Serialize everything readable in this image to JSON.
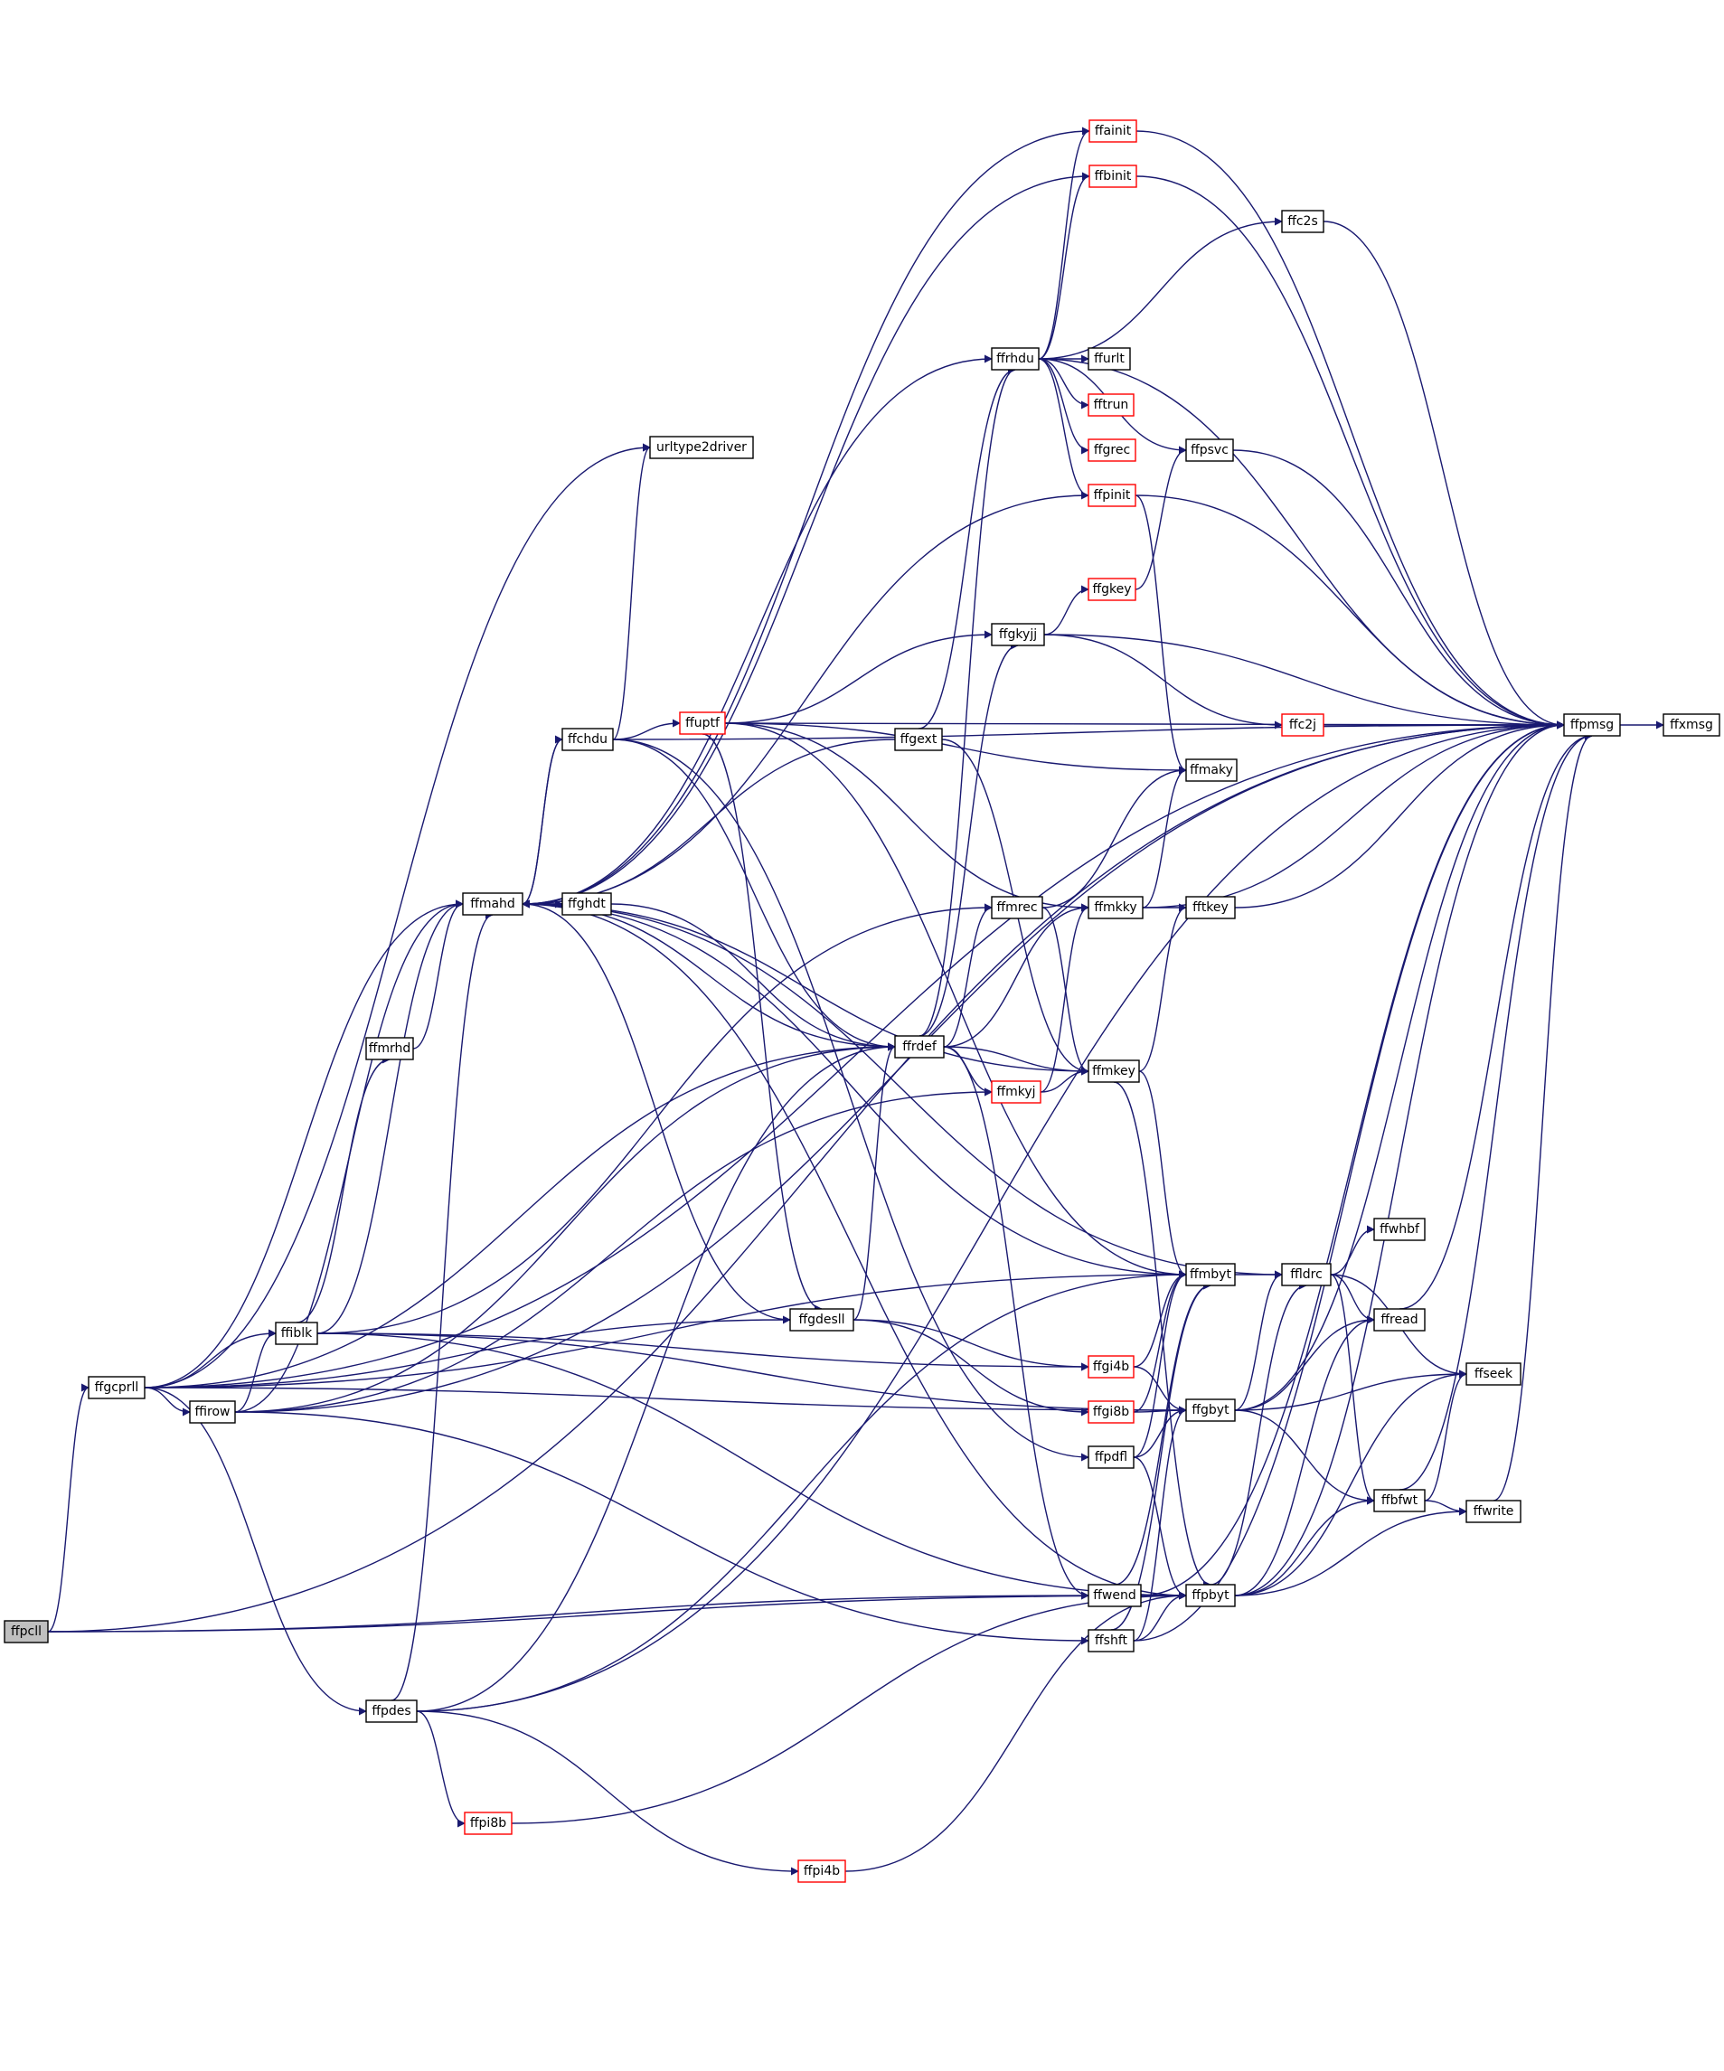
{
  "colors": {
    "edge": "#191970",
    "node_border": "#000000",
    "node_border_truncated": "#ff0000",
    "node_fill": "#ffffff",
    "root_fill": "#bfbfbf",
    "text": "#000000"
  },
  "nodes": [
    {
      "id": "ffpcll",
      "label": "ffpcll",
      "root": true,
      "truncated": false
    },
    {
      "id": "ffgcprll",
      "label": "ffgcprll",
      "truncated": false
    },
    {
      "id": "ffiblk",
      "label": "ffiblk",
      "truncated": false
    },
    {
      "id": "ffirow",
      "label": "ffirow",
      "truncated": false
    },
    {
      "id": "ffmrhd",
      "label": "ffmrhd",
      "truncated": false
    },
    {
      "id": "ffmahd",
      "label": "ffmahd",
      "truncated": false
    },
    {
      "id": "ffghdt",
      "label": "ffghdt",
      "truncated": false
    },
    {
      "id": "ffchdu",
      "label": "ffchdu",
      "truncated": false
    },
    {
      "id": "ffpdes",
      "label": "ffpdes",
      "truncated": false
    },
    {
      "id": "ffpi8b",
      "label": "ffpi8b",
      "truncated": true
    },
    {
      "id": "ffpi4b",
      "label": "ffpi4b",
      "truncated": true
    },
    {
      "id": "urltype2driver",
      "label": "urltype2driver",
      "truncated": false
    },
    {
      "id": "ffuptf",
      "label": "ffuptf",
      "truncated": true
    },
    {
      "id": "ffgdesll",
      "label": "ffgdesll",
      "truncated": false
    },
    {
      "id": "ffgext",
      "label": "ffgext",
      "truncated": false
    },
    {
      "id": "ffrdef",
      "label": "ffrdef",
      "truncated": false
    },
    {
      "id": "ffainit",
      "label": "ffainit",
      "truncated": true
    },
    {
      "id": "ffbinit",
      "label": "ffbinit",
      "truncated": true
    },
    {
      "id": "ffrhdu",
      "label": "ffrhdu",
      "truncated": false
    },
    {
      "id": "ffgkyjj",
      "label": "ffgkyjj",
      "truncated": false
    },
    {
      "id": "ffmrec",
      "label": "ffmrec",
      "truncated": false
    },
    {
      "id": "ffmkyj",
      "label": "ffmkyj",
      "truncated": true
    },
    {
      "id": "ffwend",
      "label": "ffwend",
      "truncated": false
    },
    {
      "id": "ffshft",
      "label": "ffshft",
      "truncated": false
    },
    {
      "id": "ffpdfl",
      "label": "ffpdfl",
      "truncated": false
    },
    {
      "id": "ffgi4b",
      "label": "ffgi4b",
      "truncated": true
    },
    {
      "id": "ffgi8b",
      "label": "ffgi8b",
      "truncated": true
    },
    {
      "id": "ffurlt",
      "label": "ffurlt",
      "truncated": false
    },
    {
      "id": "fftrun",
      "label": "fftrun",
      "truncated": true
    },
    {
      "id": "ffgrec",
      "label": "ffgrec",
      "truncated": true
    },
    {
      "id": "ffpinit",
      "label": "ffpinit",
      "truncated": true
    },
    {
      "id": "ffgkey",
      "label": "ffgkey",
      "truncated": true
    },
    {
      "id": "ffmkky",
      "label": "ffmkky",
      "truncated": false
    },
    {
      "id": "ffmkey",
      "label": "ffmkey",
      "truncated": false
    },
    {
      "id": "ffmbyt",
      "label": "ffmbyt",
      "truncated": false
    },
    {
      "id": "ffgbyt",
      "label": "ffgbyt",
      "truncated": false
    },
    {
      "id": "ffpbyt",
      "label": "ffpbyt",
      "truncated": false
    },
    {
      "id": "ffc2s",
      "label": "ffc2s",
      "truncated": false
    },
    {
      "id": "ffpsvc",
      "label": "ffpsvc",
      "truncated": false
    },
    {
      "id": "ffmaky",
      "label": "ffmaky",
      "truncated": false
    },
    {
      "id": "ffc2j",
      "label": "ffc2j",
      "truncated": true
    },
    {
      "id": "fftkey",
      "label": "fftkey",
      "truncated": false
    },
    {
      "id": "ffldrc",
      "label": "ffldrc",
      "truncated": false
    },
    {
      "id": "ffwhbf",
      "label": "ffwhbf",
      "truncated": false
    },
    {
      "id": "ffread",
      "label": "ffread",
      "truncated": false
    },
    {
      "id": "ffseek",
      "label": "ffseek",
      "truncated": false
    },
    {
      "id": "ffbfwt",
      "label": "ffbfwt",
      "truncated": false
    },
    {
      "id": "ffwrite",
      "label": "ffwrite",
      "truncated": false
    },
    {
      "id": "ffpmsg",
      "label": "ffpmsg",
      "truncated": false
    },
    {
      "id": "ffxmsg",
      "label": "ffxmsg",
      "truncated": false
    }
  ],
  "edges": [
    [
      "ffpcll",
      "ffgcprll"
    ],
    [
      "ffpcll",
      "ffpmsg"
    ],
    [
      "ffpcll",
      "ffwend"
    ],
    [
      "ffpcll",
      "ffpbyt"
    ],
    [
      "ffgcprll",
      "ffmahd"
    ],
    [
      "ffgcprll",
      "urltype2driver"
    ],
    [
      "ffgcprll",
      "ffpmsg"
    ],
    [
      "ffgcprll",
      "ffrdef"
    ],
    [
      "ffgcprll",
      "ffiblk"
    ],
    [
      "ffgcprll",
      "ffirow"
    ],
    [
      "ffgcprll",
      "ffgdesll"
    ],
    [
      "ffgcprll",
      "ffpdes"
    ],
    [
      "ffgcprll",
      "ffmbyt"
    ],
    [
      "ffgcprll",
      "ffgbyt"
    ],
    [
      "ffiblk",
      "ffmahd"
    ],
    [
      "ffiblk",
      "ffmrhd"
    ],
    [
      "ffiblk",
      "ffmrec"
    ],
    [
      "ffiblk",
      "ffgi4b"
    ],
    [
      "ffiblk",
      "ffgbyt"
    ],
    [
      "ffiblk",
      "ffpbyt"
    ],
    [
      "ffirow",
      "ffmahd"
    ],
    [
      "ffirow",
      "ffiblk"
    ],
    [
      "ffirow",
      "ffmkyj"
    ],
    [
      "ffirow",
      "ffrdef"
    ],
    [
      "ffirow",
      "ffshft"
    ],
    [
      "ffirow",
      "ffpmsg"
    ],
    [
      "ffmrhd",
      "ffmahd"
    ],
    [
      "ffmahd",
      "ffghdt"
    ],
    [
      "ffmahd",
      "ffchdu"
    ],
    [
      "ffmahd",
      "ffrhdu"
    ],
    [
      "ffghdt",
      "ffmahd"
    ],
    [
      "ffghdt",
      "ffrdef"
    ],
    [
      "ffchdu",
      "ffmahd"
    ],
    [
      "ffchdu",
      "urltype2driver"
    ],
    [
      "ffchdu",
      "ffuptf"
    ],
    [
      "ffchdu",
      "ffrdef"
    ],
    [
      "ffchdu",
      "ffpdfl"
    ],
    [
      "ffchdu",
      "ffpmsg"
    ],
    [
      "ffpdes",
      "ffmahd"
    ],
    [
      "ffpdes",
      "ffrdef"
    ],
    [
      "ffpdes",
      "ffpi8b"
    ],
    [
      "ffpdes",
      "ffpi4b"
    ],
    [
      "ffpdes",
      "ffmbyt"
    ],
    [
      "ffpdes",
      "ffpmsg"
    ],
    [
      "ffpi8b",
      "ffpbyt"
    ],
    [
      "ffpi4b",
      "ffpbyt"
    ],
    [
      "ffuptf",
      "ffgkyjj"
    ],
    [
      "ffuptf",
      "ffgdesll"
    ],
    [
      "ffuptf",
      "ffmaky"
    ],
    [
      "ffuptf",
      "ffmkky"
    ],
    [
      "ffuptf",
      "ffmbyt"
    ],
    [
      "ffuptf",
      "ffpmsg"
    ],
    [
      "ffgdesll",
      "ffmahd"
    ],
    [
      "ffgdesll",
      "ffrdef"
    ],
    [
      "ffgdesll",
      "ffgi4b"
    ],
    [
      "ffgdesll",
      "ffgi8b"
    ],
    [
      "ffgext",
      "ffmahd"
    ],
    [
      "ffgext",
      "ffrhdu"
    ],
    [
      "ffgext",
      "ffmkey"
    ],
    [
      "ffrdef",
      "ffmahd"
    ],
    [
      "ffrdef",
      "ffrhdu"
    ],
    [
      "ffrdef",
      "ffgkyjj"
    ],
    [
      "ffrdef",
      "ffmrec"
    ],
    [
      "ffrdef",
      "ffmkyj"
    ],
    [
      "ffrdef",
      "ffmkey"
    ],
    [
      "ffrdef",
      "ffmkky"
    ],
    [
      "ffrdef",
      "ffwend"
    ],
    [
      "ffainit",
      "ffmahd"
    ],
    [
      "ffainit",
      "ffpmsg"
    ],
    [
      "ffbinit",
      "ffmahd"
    ],
    [
      "ffbinit",
      "ffpmsg"
    ],
    [
      "ffrhdu",
      "ffainit"
    ],
    [
      "ffrhdu",
      "ffbinit"
    ],
    [
      "ffrhdu",
      "ffc2s"
    ],
    [
      "ffrhdu",
      "ffurlt"
    ],
    [
      "ffrhdu",
      "fftrun"
    ],
    [
      "ffrhdu",
      "ffgrec"
    ],
    [
      "ffrhdu",
      "ffpinit"
    ],
    [
      "ffrhdu",
      "ffpsvc"
    ],
    [
      "ffrhdu",
      "ffpmsg"
    ],
    [
      "ffgkyjj",
      "ffgkey"
    ],
    [
      "ffgkyjj",
      "ffc2j"
    ],
    [
      "ffgkyjj",
      "ffpmsg"
    ],
    [
      "ffmrec",
      "ffmaky"
    ],
    [
      "ffmrec",
      "ffmkey"
    ],
    [
      "ffmkyj",
      "ffmkky"
    ],
    [
      "ffmkyj",
      "ffmkey"
    ],
    [
      "ffwend",
      "ffmbyt"
    ],
    [
      "ffwend",
      "ffpbyt"
    ],
    [
      "ffwend",
      "ffpmsg"
    ],
    [
      "ffshft",
      "ffmbyt"
    ],
    [
      "ffshft",
      "ffgbyt"
    ],
    [
      "ffshft",
      "ffpbyt"
    ],
    [
      "ffshft",
      "ffpmsg"
    ],
    [
      "ffpdfl",
      "ffmbyt"
    ],
    [
      "ffpdfl",
      "ffgbyt"
    ],
    [
      "ffpdfl",
      "ffpbyt"
    ],
    [
      "ffgi4b",
      "ffmbyt"
    ],
    [
      "ffgi4b",
      "ffgbyt"
    ],
    [
      "ffgi8b",
      "ffmbyt"
    ],
    [
      "ffgi8b",
      "ffgbyt"
    ],
    [
      "ffpinit",
      "ffmahd"
    ],
    [
      "ffpinit",
      "ffmaky"
    ],
    [
      "ffpinit",
      "ffpmsg"
    ],
    [
      "ffgkey",
      "ffpsvc"
    ],
    [
      "ffmkky",
      "ffmaky"
    ],
    [
      "ffmkky",
      "fftkey"
    ],
    [
      "ffmkky",
      "ffpmsg"
    ],
    [
      "ffmkey",
      "ffmahd"
    ],
    [
      "ffmkey",
      "fftkey"
    ],
    [
      "ffmkey",
      "ffmbyt"
    ],
    [
      "ffmkey",
      "ffpbyt"
    ],
    [
      "ffmbyt",
      "ffmahd"
    ],
    [
      "ffmbyt",
      "ffldrc"
    ],
    [
      "ffgbyt",
      "ffldrc"
    ],
    [
      "ffgbyt",
      "ffread"
    ],
    [
      "ffgbyt",
      "ffseek"
    ],
    [
      "ffgbyt",
      "ffbfwt"
    ],
    [
      "ffgbyt",
      "ffpmsg"
    ],
    [
      "ffpbyt",
      "ffmahd"
    ],
    [
      "ffpbyt",
      "ffldrc"
    ],
    [
      "ffpbyt",
      "ffread"
    ],
    [
      "ffpbyt",
      "ffseek"
    ],
    [
      "ffpbyt",
      "ffbfwt"
    ],
    [
      "ffpbyt",
      "ffwrite"
    ],
    [
      "ffpbyt",
      "ffpmsg"
    ],
    [
      "ffc2s",
      "ffpmsg"
    ],
    [
      "ffpsvc",
      "ffpmsg"
    ],
    [
      "ffc2j",
      "ffpmsg"
    ],
    [
      "fftkey",
      "ffpmsg"
    ],
    [
      "ffldrc",
      "ffmahd"
    ],
    [
      "ffldrc",
      "ffwhbf"
    ],
    [
      "ffldrc",
      "ffread"
    ],
    [
      "ffldrc",
      "ffseek"
    ],
    [
      "ffldrc",
      "ffbfwt"
    ],
    [
      "ffread",
      "ffpmsg"
    ],
    [
      "ffbfwt",
      "ffseek"
    ],
    [
      "ffbfwt",
      "ffwrite"
    ],
    [
      "ffbfwt",
      "ffpmsg"
    ],
    [
      "ffwrite",
      "ffpmsg"
    ],
    [
      "ffpmsg",
      "ffxmsg"
    ]
  ]
}
